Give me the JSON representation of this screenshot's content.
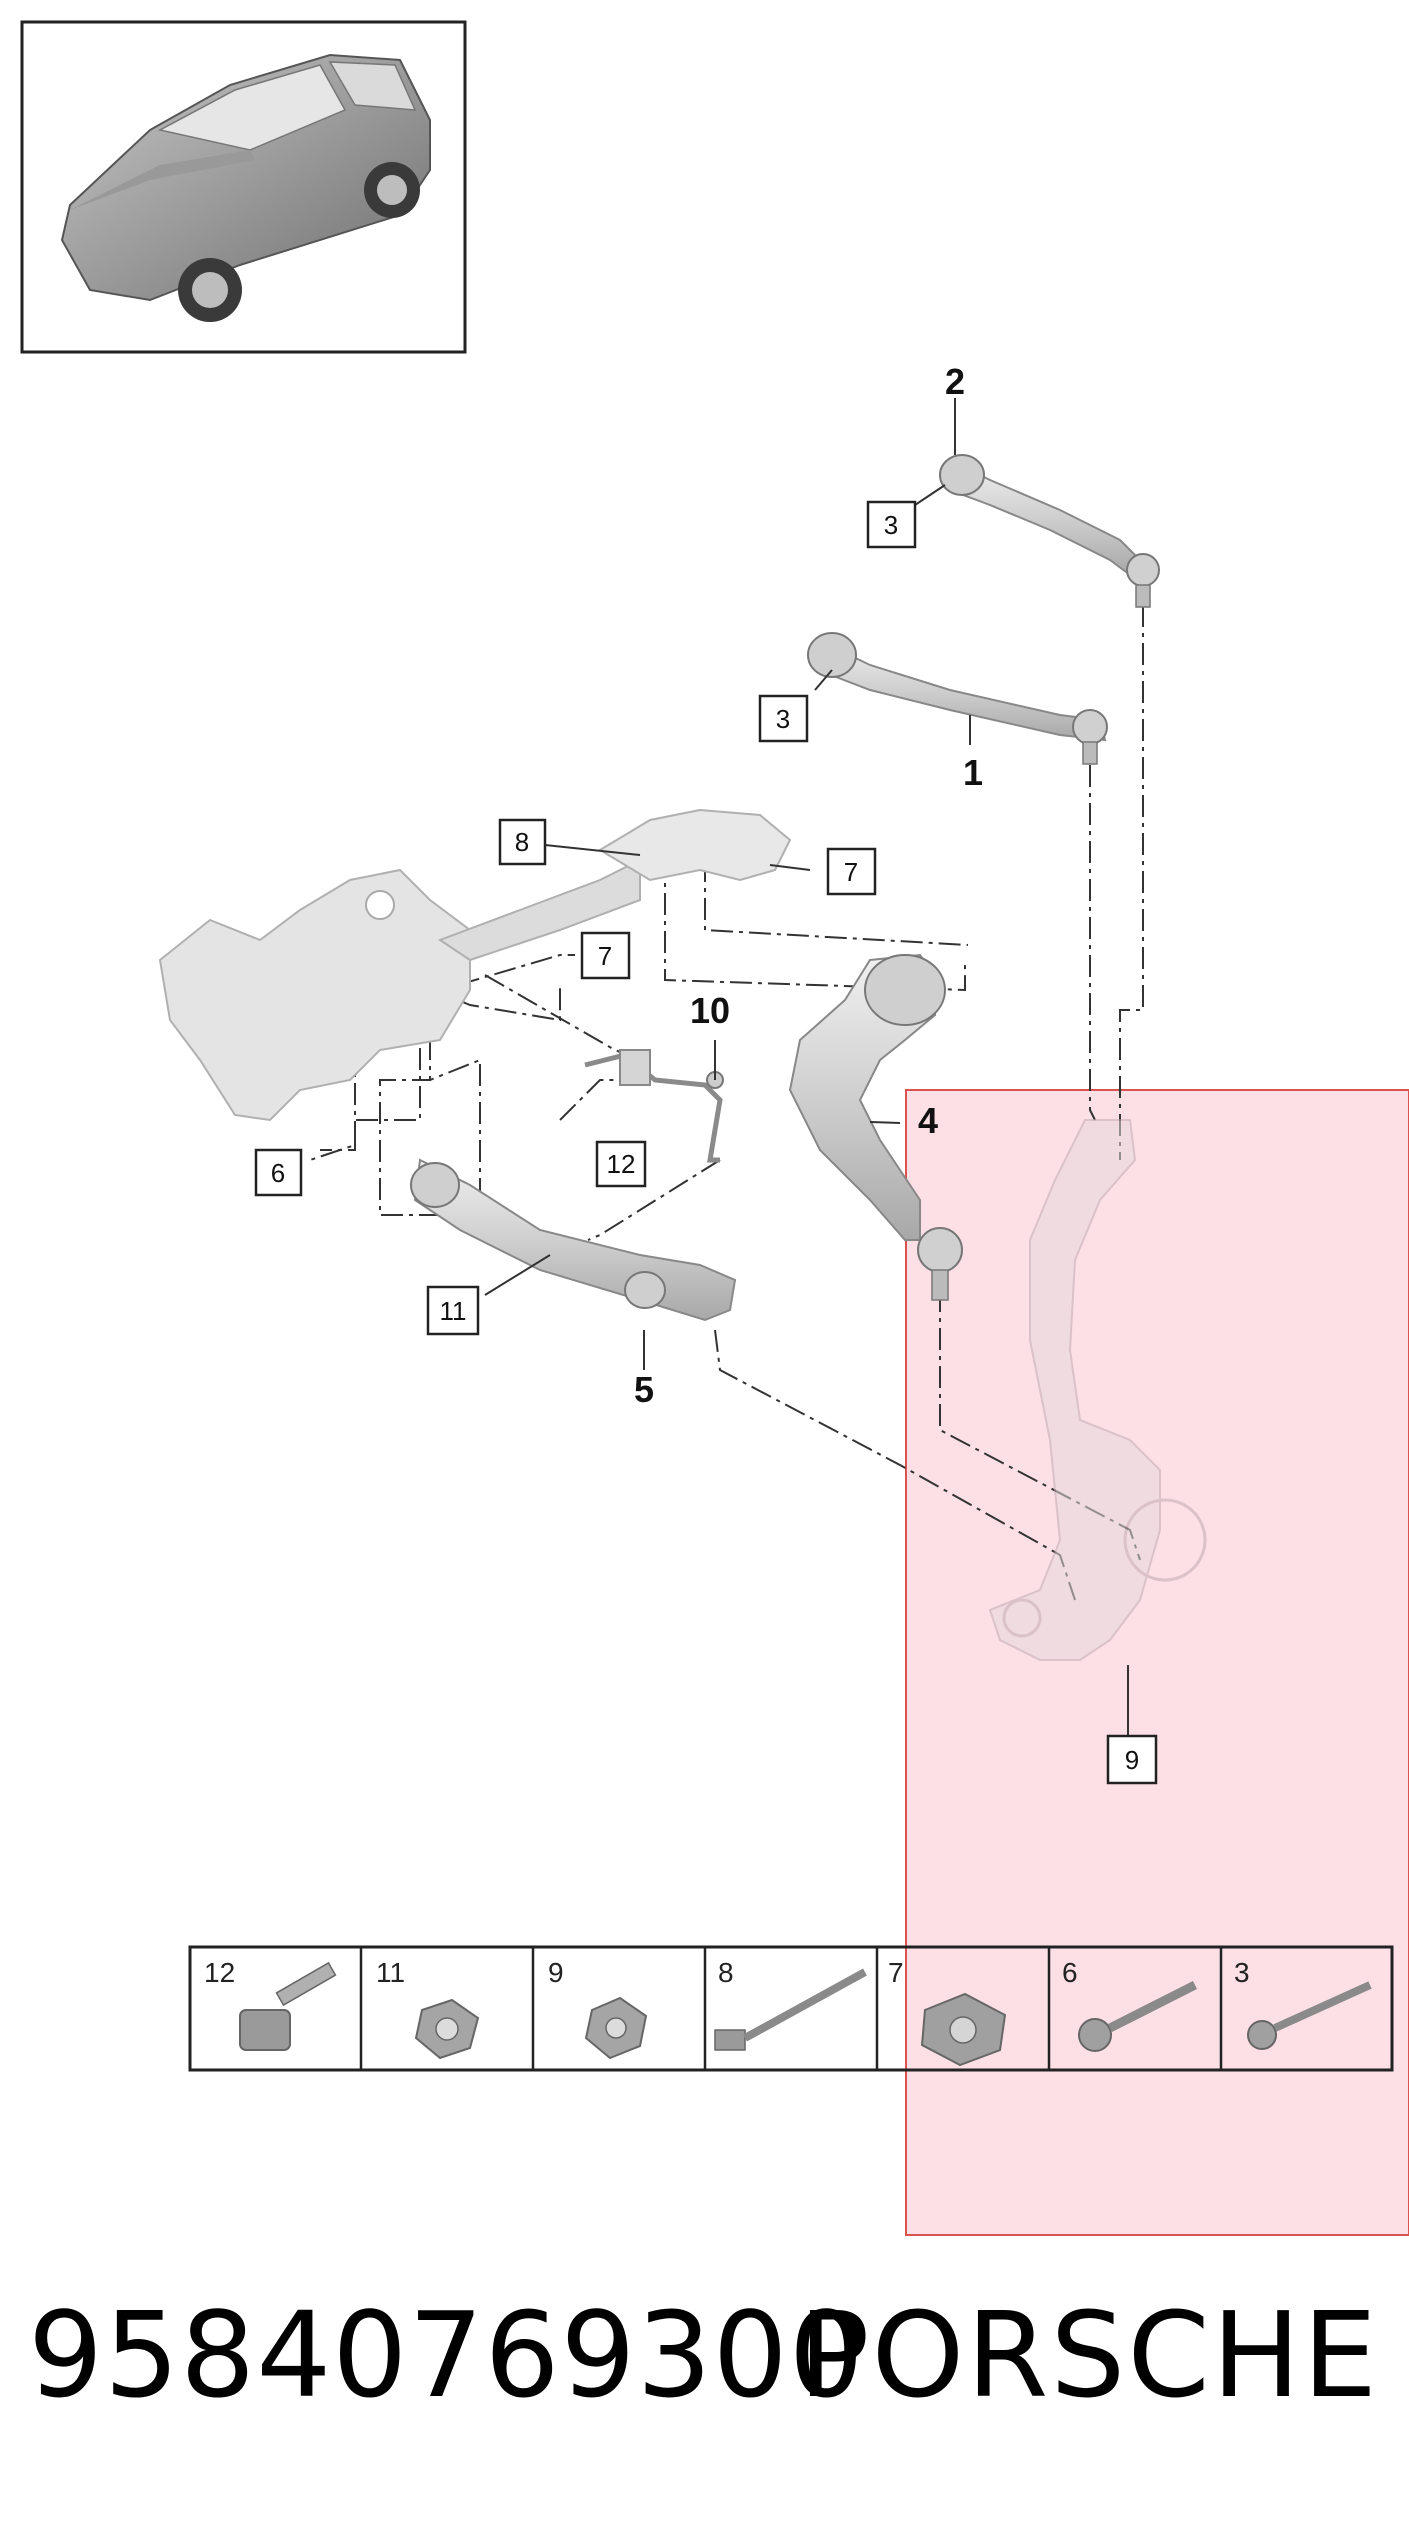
{
  "callouts": {
    "c1": "1",
    "c2": "2",
    "c3a": "3",
    "c3b": "3",
    "c4": "4",
    "c5": "5",
    "c6": "6",
    "c7a": "7",
    "c7b": "7",
    "c8": "8",
    "c9": "9",
    "c10": "10",
    "c11": "11",
    "c12": "12"
  },
  "fasteners": [
    {
      "label": "12"
    },
    {
      "label": "11"
    },
    {
      "label": "9"
    },
    {
      "label": "8"
    },
    {
      "label": "7"
    },
    {
      "label": "6"
    },
    {
      "label": "3"
    }
  ],
  "footer": {
    "part_number": "95840769300",
    "brand": "PORSCHE"
  },
  "colors": {
    "highlight_fill": "#fde0e6",
    "highlight_stroke": "#d9534f",
    "part_fill": "#d8d8d8",
    "part_stroke": "#8a8a8a",
    "line": "#333333"
  }
}
